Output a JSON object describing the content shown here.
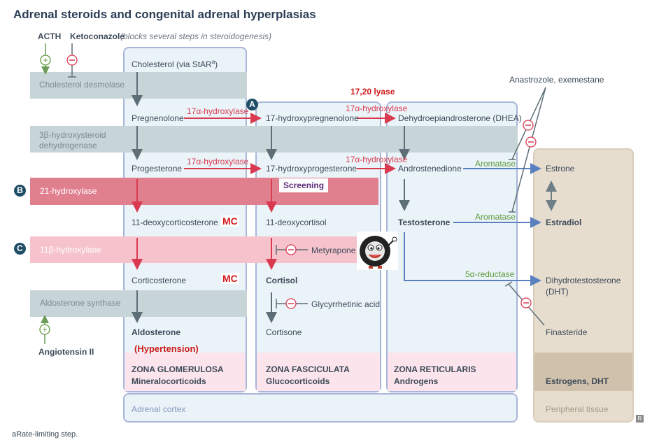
{
  "title": "Adrenal steroids and congenital adrenal hyperplasias",
  "regulators": {
    "acth": "ACTH",
    "ketoconazole": "Ketoconazole",
    "ketoconazole_note": "(blocks several steps in steroidogenesis)",
    "angiotensin": "Angiotensin II",
    "anastrozole": "Anastrozole, exemestane",
    "finasteride": "Finasteride",
    "metyrapone": "Metyrapone",
    "glycyrrhetinic": "Glycyrrhetinic acid"
  },
  "enzymes": {
    "desmolase": "Cholesterol desmolase",
    "hsd3b_line1": "3β-hydroxysteroid",
    "hsd3b_line2": "dehydrogenase",
    "hydroxylase21": "21-hydroxylase",
    "hydroxylase11b": "11β-hydroxylase",
    "aldo_synthase": "Aldosterone synthase",
    "hydroxylase17": "17α-hydroxylase",
    "lyase": "17,20 lyase",
    "aromatase": "Aromatase",
    "reductase": "5α-reductase"
  },
  "compounds": {
    "cholesterol": "Cholesterol (via StAR",
    "cholesterol_sup": "a",
    "cholesterol_close": ")",
    "pregnenolone": "Pregnenolone",
    "hydroxypregnenolone": "17-hydroxypregnenolone",
    "dhea": "Dehydroepiandrosterone (DHEA)",
    "progesterone": "Progesterone",
    "hydroxyprogesterone": "17-hydroxyprogesterone",
    "androstenedione": "Androstenedione",
    "estrone": "Estrone",
    "deoxycorticosterone": "11-deoxycorticosterone",
    "deoxycortisol": "11-deoxycortisol",
    "testosterone": "Testosterone",
    "estradiol": "Estradiol",
    "corticosterone": "Corticosterone",
    "cortisol": "Cortisol",
    "dht_line1": "Dihydrotestosterone",
    "dht_line2": "(DHT)",
    "aldosterone": "Aldosterone",
    "cortisone": "Cortisone"
  },
  "zones": {
    "glomerulosa": "ZONA GLOMERULOSA",
    "glomerulosa_sub": "Mineralocorticoids",
    "fasciculata": "ZONA FASCICULATA",
    "fasciculata_sub": "Glucocorticoids",
    "reticularis": "ZONA RETICULARIS",
    "reticularis_sub": "Androgens",
    "peripheral_sub": "Estrogens, DHT",
    "adrenal_cortex": "Adrenal cortex",
    "peripheral_tissue": "Peripheral tissue"
  },
  "annotations": {
    "mc1": "MC",
    "mc2": "MC",
    "hypertension": "(Hypertension)",
    "screening": "Screening",
    "badge_a": "A",
    "badge_b": "B",
    "badge_c": "C"
  },
  "footnote": "aRate-limiting step.",
  "colors": {
    "gray_band": "#c8d5d8",
    "red_band": "#e0808e",
    "pink_band": "#f6c3cc",
    "zone_fill": "#eaf3f8",
    "zone_border": "#a9b6d9",
    "peripheral_fill": "#e7ddcf",
    "red_arrow": "#d93a50",
    "blue_arrow": "#5b80c0",
    "gray_arrow": "#5e6e76",
    "green": "#5c9a3c"
  }
}
